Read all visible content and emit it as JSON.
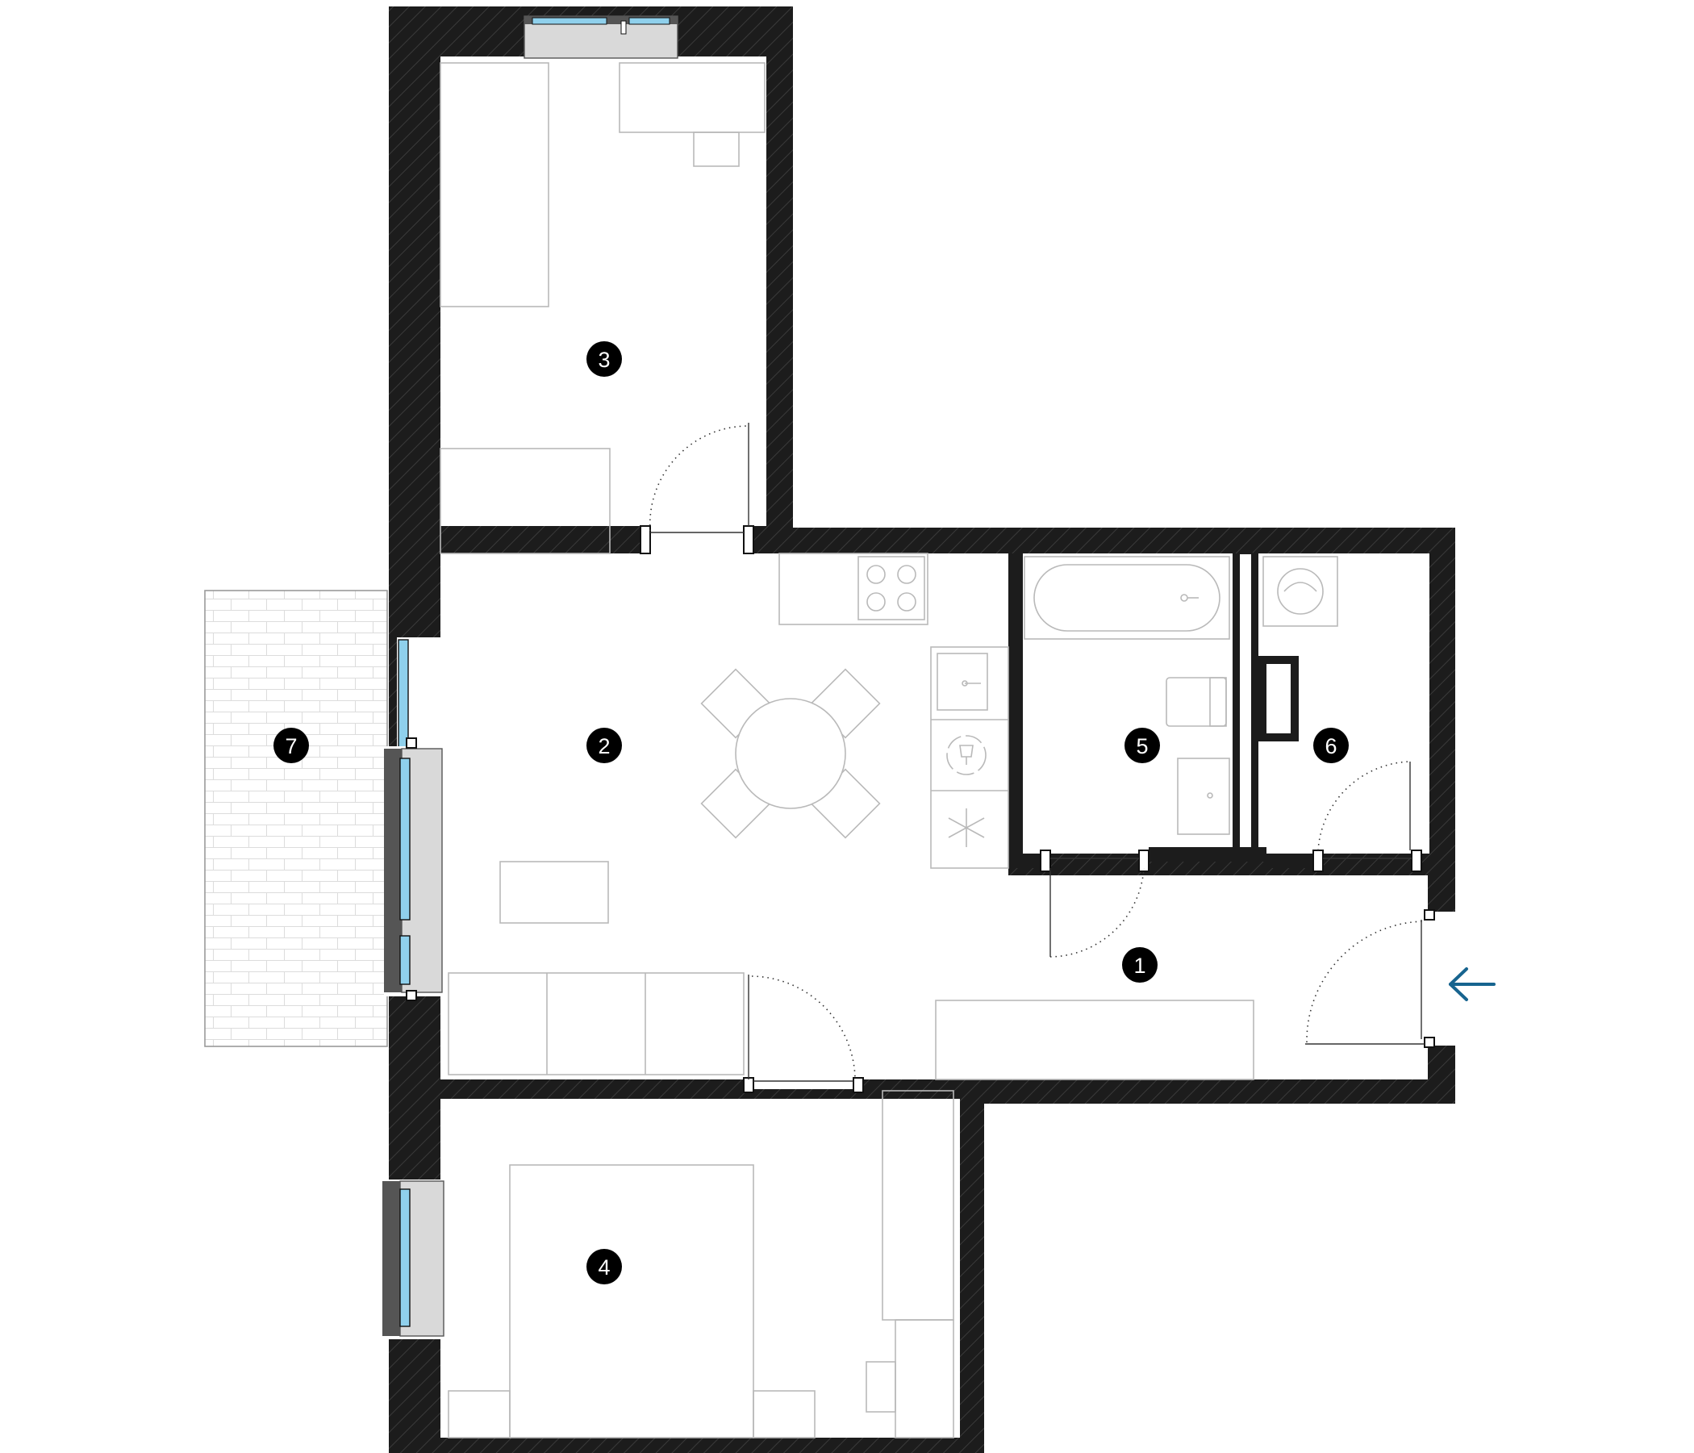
{
  "floor_plan": {
    "rooms": [
      {
        "id": "room-1",
        "label": "1",
        "name": ""
      },
      {
        "id": "room-2",
        "label": "2",
        "name": ""
      },
      {
        "id": "room-3",
        "label": "3",
        "name": ""
      },
      {
        "id": "room-4",
        "label": "4",
        "name": ""
      },
      {
        "id": "room-5",
        "label": "5",
        "name": ""
      },
      {
        "id": "room-6",
        "label": "6",
        "name": ""
      },
      {
        "id": "room-7",
        "label": "7",
        "name": ""
      }
    ],
    "entrance_marker": {
      "icon": "arrow-left-icon",
      "color": "#17648f"
    },
    "colors": {
      "wall": "#1c1c1c",
      "badge": "#000000",
      "badge_text": "#ffffff",
      "glass": "#8fd0ec",
      "furniture_line": "#b9b9b9",
      "sill": "#d9d9d9"
    }
  }
}
